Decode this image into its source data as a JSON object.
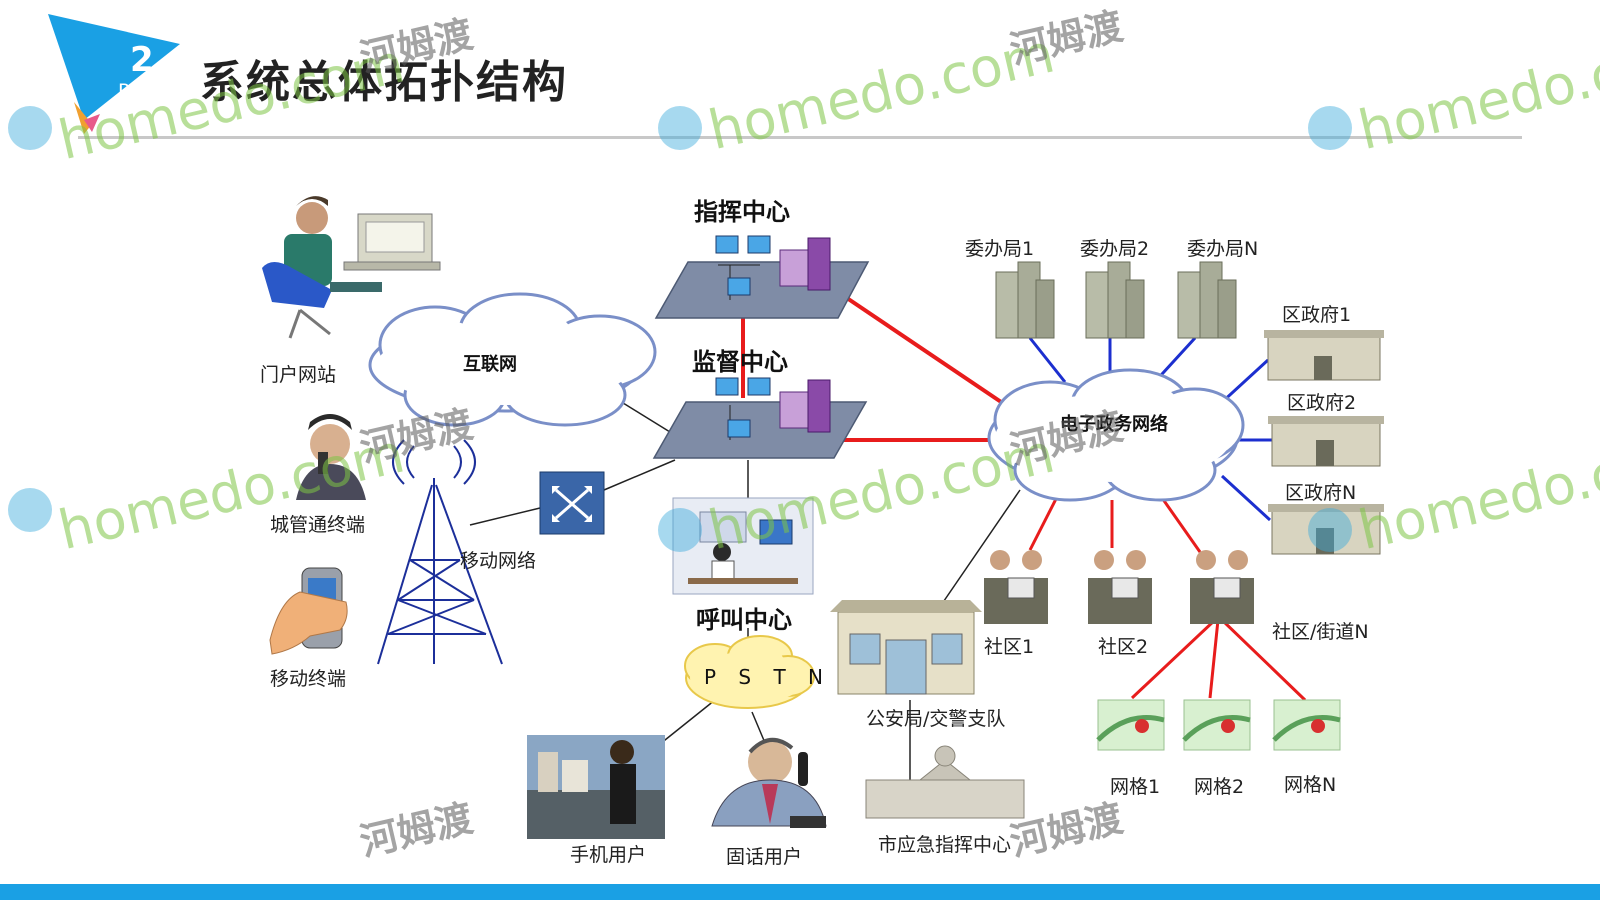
{
  "header": {
    "badge_number": "2",
    "badge_part": "PART",
    "title": "系统总体拓扑结构"
  },
  "colors": {
    "accent_blue": "#1aa0e4",
    "link_red": "#e81c1c",
    "link_blue": "#1c2fcf",
    "link_black": "#222222"
  },
  "nodes": {
    "command_center": "指挥中心",
    "supervision_center": "监督中心",
    "call_center": "呼叫中心",
    "internet": "互联网",
    "egov_network": "电子政务网络",
    "pstn": "P S T N",
    "portal": "门户网站",
    "city_terminal": "城管通终端",
    "mobile_network": "移动网络",
    "mobile_terminal": "移动终端",
    "mobile_user": "手机用户",
    "landline_user": "固话用户",
    "bureau_1": "委办局1",
    "bureau_2": "委办局2",
    "bureau_n": "委办局N",
    "district_gov_1": "区政府1",
    "district_gov_2": "区政府2",
    "district_gov_n": "区政府N",
    "community_1": "社区1",
    "community_2": "社区2",
    "community_n": "社区/街道N",
    "police": "公安局/交警支队",
    "emergency_center": "市应急指挥中心",
    "grid_1": "网格1",
    "grid_2": "网格2",
    "grid_n": "网格N"
  },
  "watermark": {
    "latin": "homedo.com",
    "chinese": "河姆渡"
  }
}
